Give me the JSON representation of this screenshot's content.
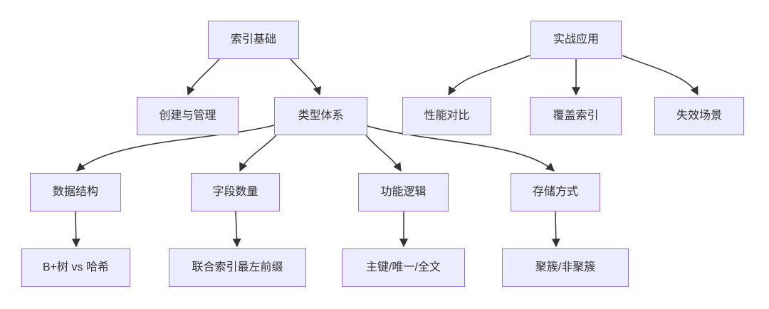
{
  "diagram": {
    "type": "flowchart",
    "direction": "top-down",
    "theme": {
      "background": "#ffffff",
      "node_fill": "#ececff",
      "node_border": "#9370db",
      "edge_color": "#333333",
      "text_color": "#333333"
    },
    "nodes": [
      {
        "id": "index-basics",
        "label": "索引基础"
      },
      {
        "id": "practical-application",
        "label": "实战应用"
      },
      {
        "id": "create-and-manage",
        "label": "创建与管理"
      },
      {
        "id": "type-system",
        "label": "类型体系"
      },
      {
        "id": "performance-comparison",
        "label": "性能对比"
      },
      {
        "id": "covering-index",
        "label": "覆盖索引"
      },
      {
        "id": "failure-scenarios",
        "label": "失效场景"
      },
      {
        "id": "data-structure",
        "label": "数据结构"
      },
      {
        "id": "field-count",
        "label": "字段数量"
      },
      {
        "id": "functional-logic",
        "label": "功能逻辑"
      },
      {
        "id": "storage-method",
        "label": "存储方式"
      },
      {
        "id": "btree-vs-hash",
        "label": "B+树 vs 哈希"
      },
      {
        "id": "composite-leftmost-prefix",
        "label": "联合索引最左前缀"
      },
      {
        "id": "primary-unique-fulltext",
        "label": "主键/唯一/全文"
      },
      {
        "id": "clustered-nonclustered",
        "label": "聚簇/非聚簇"
      }
    ],
    "edges": [
      {
        "from": "index-basics",
        "to": "create-and-manage"
      },
      {
        "from": "index-basics",
        "to": "type-system"
      },
      {
        "from": "practical-application",
        "to": "performance-comparison"
      },
      {
        "from": "practical-application",
        "to": "covering-index"
      },
      {
        "from": "practical-application",
        "to": "failure-scenarios"
      },
      {
        "from": "type-system",
        "to": "data-structure"
      },
      {
        "from": "type-system",
        "to": "field-count"
      },
      {
        "from": "type-system",
        "to": "functional-logic"
      },
      {
        "from": "type-system",
        "to": "storage-method"
      },
      {
        "from": "data-structure",
        "to": "btree-vs-hash"
      },
      {
        "from": "field-count",
        "to": "composite-leftmost-prefix"
      },
      {
        "from": "functional-logic",
        "to": "primary-unique-fulltext"
      },
      {
        "from": "storage-method",
        "to": "clustered-nonclustered"
      }
    ]
  }
}
